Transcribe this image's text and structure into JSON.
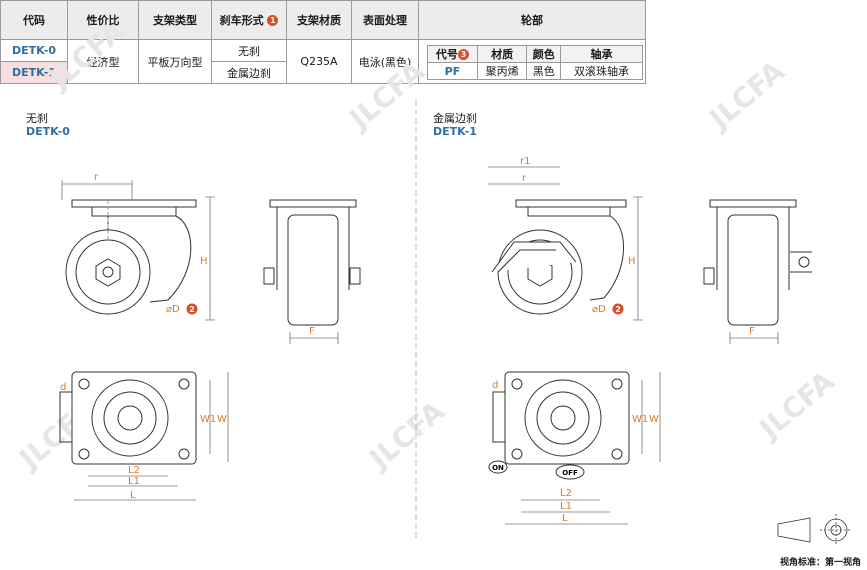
{
  "table": {
    "headers": [
      "代码",
      "性价比",
      "支架类型",
      "刹车形式",
      "支架材质",
      "表面处理",
      "轮部"
    ],
    "brake_badge": "1",
    "rows": [
      {
        "code": "DETK-0",
        "brake": "无刹"
      },
      {
        "code": "DETK-1",
        "brake": "金属边刹"
      }
    ],
    "value": "经济型",
    "bracket_type": "平板万向型",
    "material": "Q235A",
    "surface": "电泳(黑色)",
    "wheel": {
      "headers": [
        "代号",
        "材质",
        "颜色",
        "轴承"
      ],
      "code_badge": "3",
      "row": [
        "PF",
        "聚丙烯",
        "黑色",
        "双滚珠轴承"
      ]
    }
  },
  "views": {
    "left": {
      "title": "无刹",
      "code": "DETK-0"
    },
    "right": {
      "title": "金属边刹",
      "code": "DETK-1"
    }
  },
  "dims": {
    "r": "r",
    "r1": "r1",
    "H": "H",
    "F": "F",
    "D": "⌀D",
    "D_badge": "2",
    "d": "d",
    "W": "W",
    "W1": "W1",
    "L": "L",
    "L1": "L1",
    "L2": "L2",
    "on": "ON",
    "off": "OFF"
  },
  "watermark": "JLCFA",
  "footer": "视角标准：第一视角",
  "colors": {
    "code_blue": "#2e6ea6",
    "badge_red": "#d94e2b",
    "dim_orange": "#e07b1f",
    "highlight": "#f8dede"
  }
}
